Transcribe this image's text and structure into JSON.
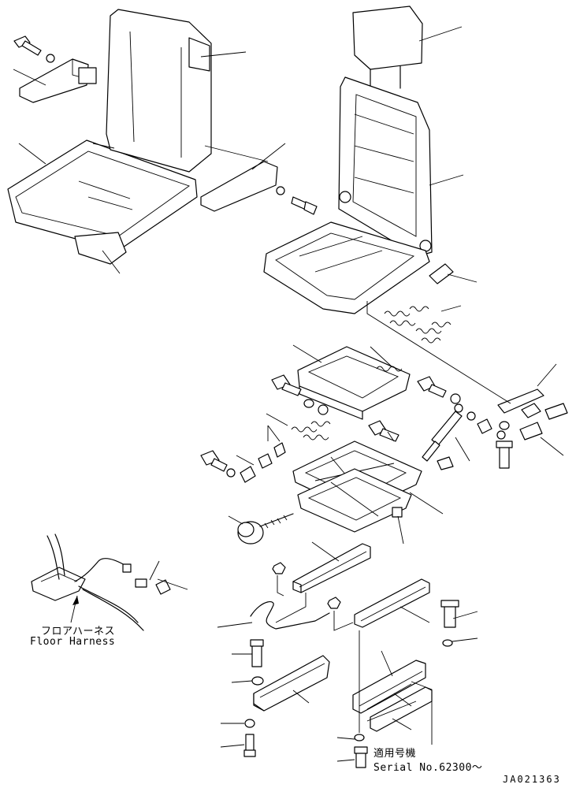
{
  "labels": {
    "floor_harness_jp": "フロアハーネス",
    "floor_harness_en": "Floor Harness",
    "applicable_model_jp": "適用号機",
    "serial_no": "Serial No.62300～",
    "drawing_code": "JA021363"
  }
}
